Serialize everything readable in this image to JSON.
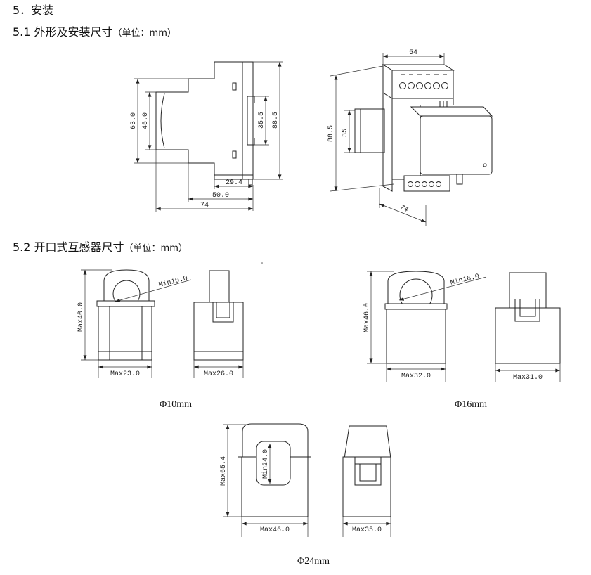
{
  "section_5": {
    "title": "5．安装"
  },
  "section_5_1": {
    "title": "5.1 外形及安装尺寸",
    "unit": "（单位：mm）"
  },
  "meter_side_view": {
    "dim_middle_height": "63.0",
    "dim_rail_height": "45.0",
    "dim_rail_slot": "35.5",
    "dim_total_height": "88.5",
    "dim_front_depth": "29.4",
    "dim_mid_depth": "50.0",
    "dim_total_depth": "74"
  },
  "meter_perspective_view": {
    "dim_width": "54",
    "dim_total_height": "88.5",
    "dim_rail_height": "35",
    "dim_depth": "74"
  },
  "section_5_2": {
    "title": "5.2 开口式互感器尺寸",
    "unit": "（单位：mm）"
  },
  "ct_10": {
    "caption": "Φ10mm",
    "hole": "Min10.0",
    "height": "Max40.0",
    "front_width": "Max23.0",
    "side_width": "Max26.0"
  },
  "ct_16": {
    "caption": "Φ16mm",
    "hole": "Min16.0",
    "height": "Max46.0",
    "front_width": "Max32.0",
    "side_width": "Max31.0"
  },
  "ct_24": {
    "caption": "Φ24mm",
    "hole": "Min24.0",
    "height": "Max65.4",
    "front_width": "Max46.0",
    "side_width": "Max35.0"
  }
}
